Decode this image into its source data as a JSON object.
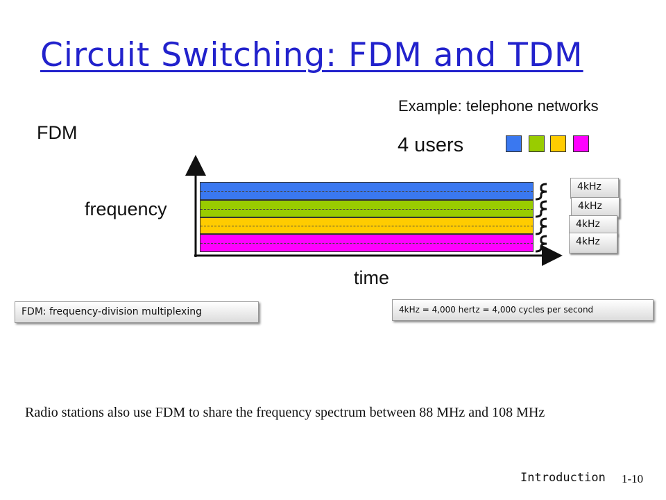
{
  "slide": {
    "title": "Circuit Switching: FDM and TDM",
    "example": "Example: telephone networks",
    "section_label": "FDM",
    "users_label": "4 users",
    "user_colors": [
      "#3a78f0",
      "#99cc00",
      "#ffcc00",
      "#ff00ff"
    ],
    "axis_y_label": "frequency",
    "axis_x_label": "time",
    "bands": [
      {
        "color": "#3a78f0",
        "bandwidth": "4kHz"
      },
      {
        "color": "#99cc00",
        "bandwidth": "4kHz"
      },
      {
        "color": "#ffcc00",
        "bandwidth": "4kHz"
      },
      {
        "color": "#ff00ff",
        "bandwidth": "4kHz"
      }
    ],
    "fdm_note": "FDM: frequency-division multiplexing",
    "khz_note": "4kHz = 4,000 hertz = 4,000 cycles per second",
    "radio_text": "Radio stations also use FDM to share the frequency spectrum between 88 MHz and 108 MHz",
    "footer": "Introduction",
    "page_number": "1-10"
  }
}
